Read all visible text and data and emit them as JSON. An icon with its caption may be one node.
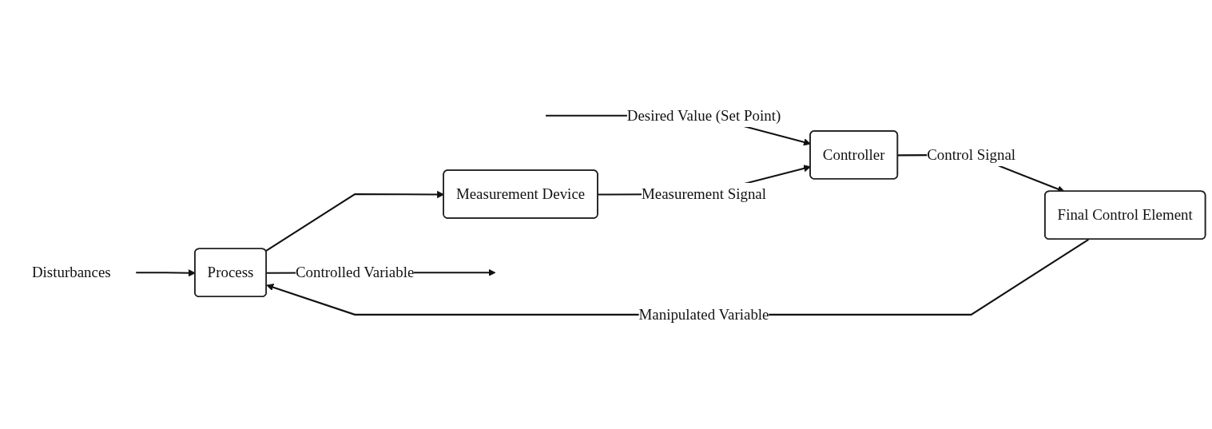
{
  "diagram": {
    "nodes": [
      {
        "text": [
          "Disturbances"
        ]
      },
      {
        "text": [
          "Controller"
        ]
      },
      {
        "text": [
          "Final Control Element"
        ]
      },
      {
        "text": [
          "Process"
        ]
      },
      {
        "text": [
          "Measurement Device"
        ]
      }
    ],
    "edges": [
      {
        "from": null,
        "to": 1,
        "arrow": "to",
        "label": "Desired Value (Set Point)"
      },
      {
        "from": 1,
        "to": 2,
        "arrow": "to",
        "label": "Control Signal"
      },
      {
        "from": 2,
        "to": 3,
        "arrow": "to",
        "label": "Manipulated Variable"
      },
      {
        "from": 0,
        "to": 3,
        "arrow": "to"
      },
      {
        "from": 3,
        "to": null,
        "arrow": "to",
        "label": "Controlled Variable"
      },
      {
        "from": 3,
        "to": 4,
        "arrow": "to"
      },
      {
        "from": 4,
        "to": 1,
        "arrow": "to",
        "label": "Measurement Signal"
      }
    ]
  }
}
